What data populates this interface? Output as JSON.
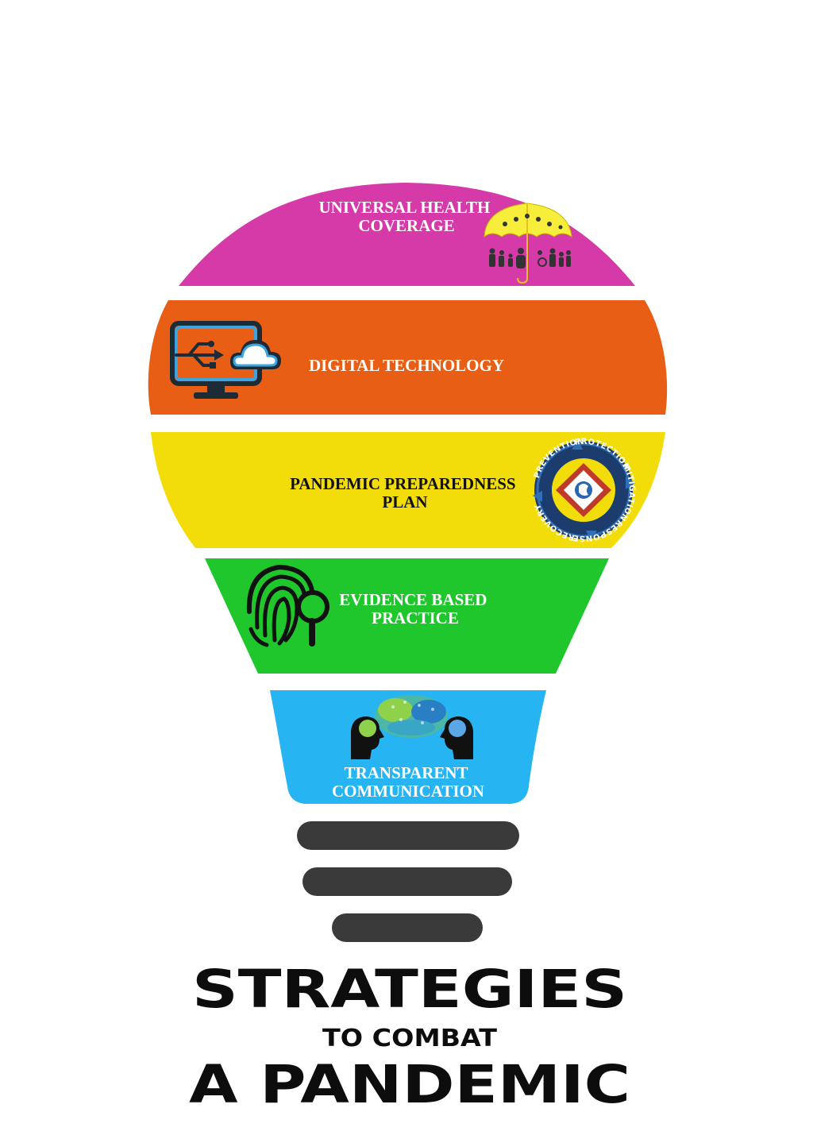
{
  "bands": [
    {
      "label_lines": [
        "UNIVERSAL HEALTH",
        "COVERAGE"
      ],
      "color": "#d63aa9",
      "text_color": "#ffffff",
      "icon": "umbrella-family-icon"
    },
    {
      "label_lines": [
        "DIGITAL TECHNOLOGY"
      ],
      "color": "#e85e14",
      "text_color": "#ffffff",
      "icon": "monitor-cloud-icon"
    },
    {
      "label_lines": [
        "PANDEMIC PREPAREDNESS",
        "PLAN"
      ],
      "color": "#f2dd0a",
      "text_color": "#111111",
      "icon": "preparedness-cycle-icon"
    },
    {
      "label_lines": [
        "EVIDENCE BASED",
        "PRACTICE"
      ],
      "color": "#1fc72d",
      "text_color": "#ffffff",
      "icon": "fingerprint-magnifier-icon"
    },
    {
      "label_lines": [
        "TRANSPARENT",
        "COMMUNICATION"
      ],
      "color": "#27b4f2",
      "text_color": "#ffffff",
      "icon": "heads-communication-icon"
    }
  ],
  "cycle_words": [
    "PREVENTION",
    "PROTECTION",
    "MITIGATION",
    "RESPONSE",
    "RECOVERY"
  ],
  "base_color": "#3a3a3a",
  "title": {
    "line1": "STRATEGIES",
    "line2": "TO COMBAT",
    "line3": "A PANDEMIC"
  }
}
